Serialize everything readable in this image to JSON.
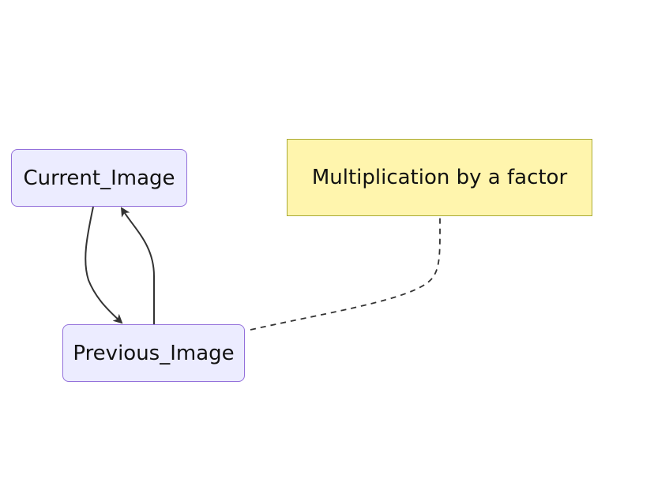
{
  "colors": {
    "node_fill": "#ECECFF",
    "node_border": "#9370DB",
    "note_fill": "#FFF5AD",
    "note_border": "#AAAA33",
    "edge": "#333333"
  },
  "nodes": {
    "current_image": {
      "label": "Current_Image"
    },
    "previous_image": {
      "label": "Previous_Image"
    },
    "note": {
      "label": "Multiplication by a factor"
    }
  },
  "edges": [
    {
      "from": "Current_Image",
      "to": "Previous_Image",
      "style": "solid",
      "arrow": true
    },
    {
      "from": "Previous_Image",
      "to": "Current_Image",
      "style": "solid",
      "arrow": true
    },
    {
      "from": "Previous_Image",
      "to": "Multiplication by a factor",
      "style": "dashed",
      "arrow": false
    }
  ]
}
